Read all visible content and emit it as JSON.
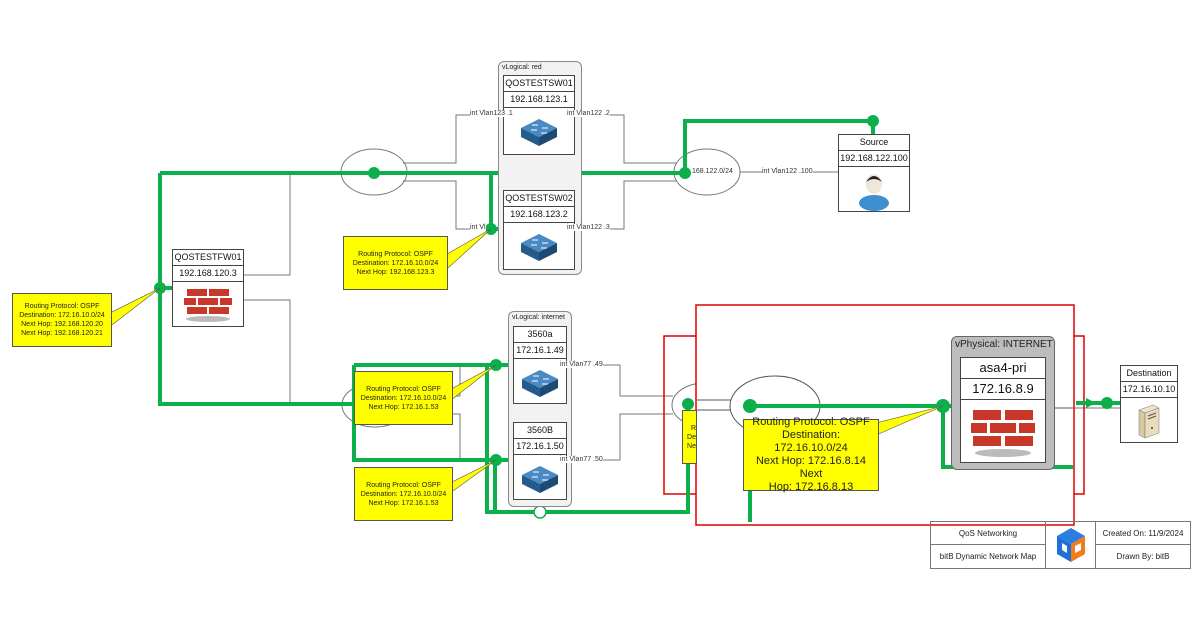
{
  "diagram": {
    "groups": {
      "red": "vLogical: red",
      "internet": "vLogical: internet",
      "physical": "vPhysical: INTERNET"
    },
    "devices": {
      "sw01": {
        "name": "QOSTESTSW01",
        "ip": "192.168.123.1",
        "icon": "switch-icon"
      },
      "sw02": {
        "name": "QOSTESTSW02",
        "ip": "192.168.123.2",
        "icon": "switch-icon"
      },
      "fw01": {
        "name": "QOSTESTFW01",
        "ip": "192.168.120.3",
        "icon": "firewall-icon"
      },
      "sw3560a": {
        "name": "3560a",
        "ip": "172.16.1.49",
        "icon": "switch-icon"
      },
      "sw3560b": {
        "name": "3560B",
        "ip": "172.16.1.50",
        "icon": "switch-icon"
      },
      "source": {
        "name": "Source",
        "ip": "192.168.122.100",
        "icon": "user-icon"
      },
      "asa": {
        "name": "asa4-pri",
        "ip": "172.16.8.9",
        "icon": "firewall-icon"
      },
      "destination": {
        "name": "Destination",
        "ip": "172.16.10.10",
        "icon": "server-icon"
      }
    },
    "interfaces": {
      "sw01_left": "int Vlan123 .1",
      "sw01_right": "int Vlan122 .2",
      "sw02_left": "int Vl",
      "sw02_right": "int Vlan122 .3",
      "src_subnet": "168.122.0/24",
      "src_if": "int Vlan122 .100",
      "a_right": "int Vlan77 .49",
      "b_right": "int Vlan77 .50"
    },
    "callouts": {
      "fw01": [
        "Routing Protocol: OSPF",
        "Destination: 172.16.10.0/24",
        "Next Hop: 192.168.120.20",
        "Next Hop: 192.168.120.21"
      ],
      "sw02": [
        "Routing Protocol: OSPF",
        "Destination: 172.16.10.0/24",
        "Next Hop: 192.168.123.3"
      ],
      "sw3560a": [
        "Routing Protocol: OSPF",
        "Destination: 172.16.10.0/24",
        "Next Hop: 172.16.1.53"
      ],
      "sw3560b": [
        "Routing Protocol: OSPF",
        "Destination: 172.16.10.0/24",
        "Next Hop: 172.16.1.53"
      ],
      "hidden": [
        "R",
        "De",
        "Ne"
      ],
      "asa": [
        "Routing Protocol: OSPF",
        "Destination: 172.16.10.0/24",
        "Next Hop: 172.16.8.14 Next",
        "Hop: 172.16.8.13"
      ]
    },
    "colors": {
      "path": "#0bb04b",
      "highlight": "#e00000",
      "callout": "#ffff00"
    }
  },
  "legend": {
    "title": "QoS Networking",
    "subtitle": "bitB Dynamic Network Map",
    "created": "Created On: 11/9/2024",
    "drawn_by": "Drawn By: bitB"
  }
}
